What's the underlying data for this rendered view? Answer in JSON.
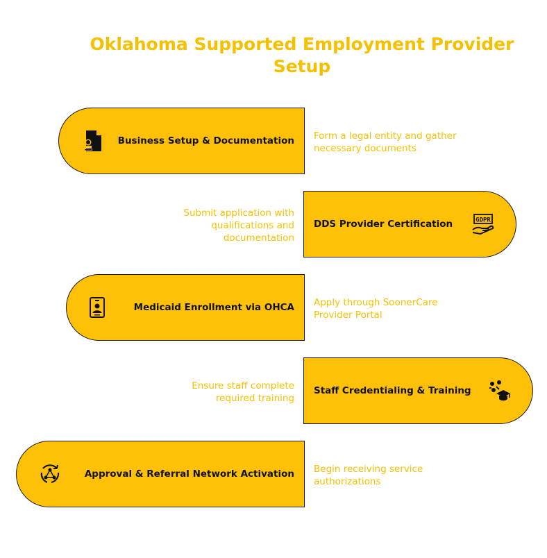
{
  "title": "Oklahoma Supported Employment Provider Setup",
  "colors": {
    "accent": "#ffc107",
    "text": "#111111",
    "description": "#f5c000"
  },
  "steps": [
    {
      "label": "Business Setup & Documentation",
      "description": "Form a legal entity and gather necessary documents",
      "icon": "certificate-document-icon"
    },
    {
      "label": "DDS Provider Certification",
      "description": "Submit application with qualifications and documentation",
      "icon": "gdpr-hand-icon"
    },
    {
      "label": "Medicaid Enrollment via OHCA",
      "description": "Apply through SoonerCare Provider Portal",
      "icon": "id-badge-icon"
    },
    {
      "label": "Staff Credentialing & Training",
      "description": "Ensure staff complete required training",
      "icon": "graduation-group-icon"
    },
    {
      "label": "Approval & Referral Network Activation",
      "description": "Begin receiving service authorizations",
      "icon": "network-cycle-icon"
    }
  ]
}
